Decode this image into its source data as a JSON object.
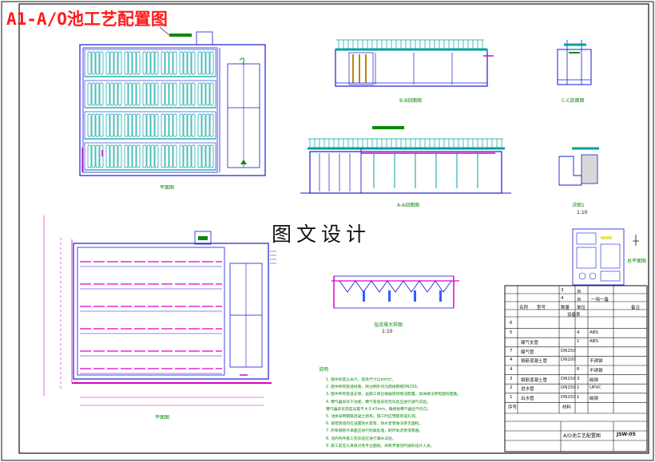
{
  "drawing": {
    "title": "A1-A/O池工艺配置图",
    "watermark": "图文设计",
    "drawing_name": "A/O池工艺配置图",
    "drawing_no": "JSW-05"
  },
  "views": {
    "plan_upper": "平面图",
    "section_b": "B-B剖面图",
    "section_c": "C-C剖面图",
    "section_a": "A-A剖面图",
    "detail_1": "详图1",
    "detail_1_scale": "1:10",
    "plan_lower": "平面图",
    "weir_detail": "溢流堰大样图",
    "weir_detail_scale": "1:10",
    "key_plan": "总平面图"
  },
  "title_block": {
    "top_rows": [
      {
        "c2": "3",
        "c3": "台"
      },
      {
        "c2": "4",
        "c3": "台",
        "c4": "一用一备"
      }
    ],
    "header": [
      "名称",
      "型号",
      "数量",
      "单位",
      "备注"
    ],
    "section_label": "设备表",
    "equipment": [
      {
        "no": "6",
        "name": "",
        "spec": "",
        "qty": "",
        "mat": ""
      },
      {
        "no": "5",
        "name": "",
        "spec": "",
        "qty": "4",
        "mat": "ABS"
      },
      {
        "no": "",
        "name": "曝气支管",
        "spec": "",
        "qty": "1",
        "mat": "ABS"
      },
      {
        "no": "7",
        "name": "曝气管",
        "spec": "DN150",
        "qty": "",
        "mat": ""
      },
      {
        "no": "4",
        "name": "钢筋混凝土管",
        "spec": "DN100",
        "qty": "",
        "mat": "不锈钢"
      },
      {
        "no": "4",
        "name": "",
        "spec": "",
        "qty": "6",
        "mat": "不锈钢"
      },
      {
        "no": "3",
        "name": "钢筋混凝土管",
        "spec": "DN150",
        "qty": "3",
        "mat": "碳钢"
      },
      {
        "no": "2",
        "name": "进水管",
        "spec": "DN150",
        "qty": "1",
        "mat": "UPVC"
      },
      {
        "no": "1",
        "name": "出水管",
        "spec": "DN150",
        "qty": "1",
        "mat": "碳钢"
      }
    ],
    "footer_left": "序号",
    "footer_mat": "材料"
  },
  "notes": {
    "title": "说明",
    "lines": [
      "1. 图中标高以米计，其余尺寸以mm计。",
      "2. 图中所有管道材质，除注明外均为焊接钢管DN150。",
      "3. 图中所有管道支架，由施工单位根据现场情况配置，具体做法参照国标图集。",
      "4. 曝气器安装于池底，曝气管道安装完毕后应进行通气试验。",
      "   曝气器安装高度误差不大于±5mm，确保各曝气器出气均匀。",
      "5. 池体采用钢筋混凝土结构，施工时应预留管道孔洞。",
      "6. 穿墙管道均应设置防水套管，防水套管做法参见国标。",
      "7. 所有钢管外表面应进行防腐处理，刷环氧沥青漆两遍。",
      "8. 池内构件施工完毕后应进行满水试验。",
      "9. 施工前应认真核对各专业图纸，如有矛盾及时通知设计人员。"
    ]
  },
  "colors": {
    "structure": "#1a1ad6",
    "aeration": "#00a0a0",
    "piping": "#e000c8",
    "text_green": "#0a8a0a",
    "title_red": "#ff1a1a",
    "frame": "#111111"
  }
}
